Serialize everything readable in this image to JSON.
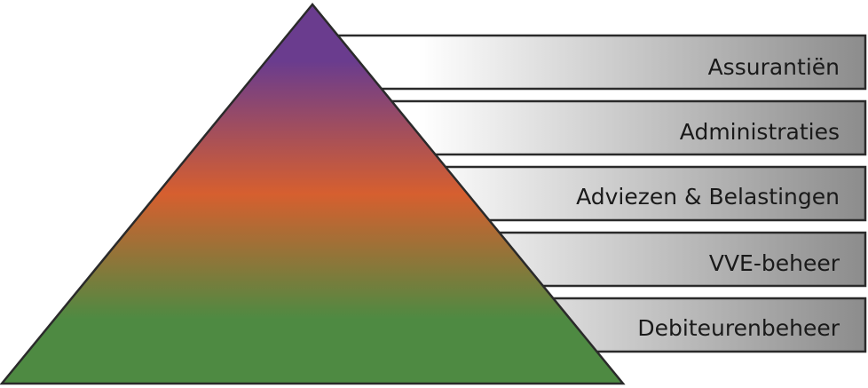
{
  "diagram": {
    "layers": [
      {
        "label": "Assurantiën"
      },
      {
        "label": "Administraties"
      },
      {
        "label": "Adviezen & Belastingen"
      },
      {
        "label": "VVE-beheer"
      },
      {
        "label": "Debiteurenbeheer"
      }
    ],
    "colors": {
      "pyramid_top": "#6a3c8e",
      "pyramid_mid": "#d65f2f",
      "pyramid_bottom": "#4e8a42",
      "bar_light": "#ffffff",
      "bar_dark": "#8c8c8c",
      "outline": "#2a2a2a"
    }
  }
}
